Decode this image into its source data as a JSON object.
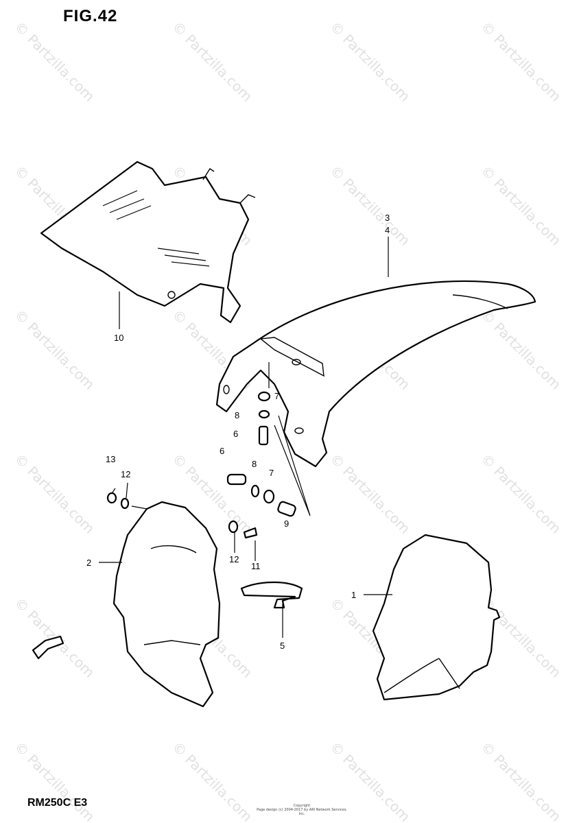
{
  "figure": {
    "title": "FIG.42",
    "model_code": "RM250C E3",
    "copyright_line1": "Copyright",
    "copyright_line2": "Page design (c) 2004-2017 by ARI Network Services, Inc."
  },
  "watermark": "© Partzilla.com",
  "callouts": {
    "p1": "1",
    "p2": "2",
    "p3": "3",
    "p4": "4",
    "p5": "5",
    "p6a": "6",
    "p6b": "6",
    "p7a": "7",
    "p7b": "7",
    "p8a": "8",
    "p8b": "8",
    "p9": "9",
    "p10": "10",
    "p11": "11",
    "p12a": "12",
    "p12b": "12",
    "p13": "13"
  }
}
